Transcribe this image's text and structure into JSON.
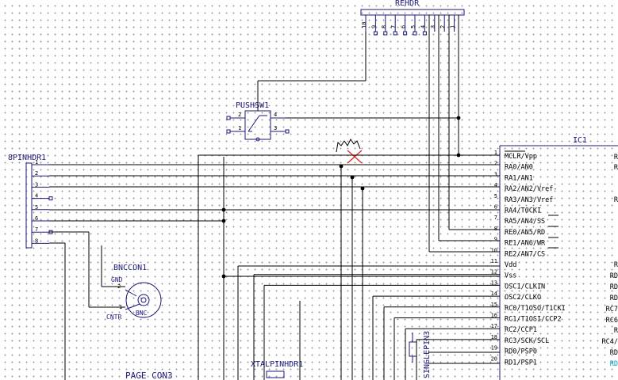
{
  "components": {
    "rehdr": {
      "label": "REHDR",
      "pins": [
        "10",
        "9",
        "8",
        "7",
        "6",
        "5",
        "4",
        "3",
        "2",
        "1"
      ]
    },
    "pushsw": {
      "label": "PUSHSW1",
      "pins": [
        "2",
        "4",
        "1",
        "3"
      ]
    },
    "ic1": {
      "label": "IC1",
      "pins_left": [
        {
          "num": "1",
          "name": "MCLR/Vpp"
        },
        {
          "num": "2",
          "name": "RA0/AN0"
        },
        {
          "num": "3",
          "name": "RA1/AN1"
        },
        {
          "num": "4",
          "name": "RA2/AN2/Vref-"
        },
        {
          "num": "5",
          "name": "RA3/AN3/Vref"
        },
        {
          "num": "6",
          "name": "RA4/T0CKI"
        },
        {
          "num": "7",
          "name": "RA5/AN4/SS"
        },
        {
          "num": "8",
          "name": "RE0/AN5/RD"
        },
        {
          "num": "9",
          "name": "RE1/AN6/WR"
        },
        {
          "num": "10",
          "name": "RE2/AN7/CS"
        },
        {
          "num": "11",
          "name": "Vdd"
        },
        {
          "num": "12",
          "name": "Vss"
        },
        {
          "num": "13",
          "name": "OSC1/CLKIN"
        },
        {
          "num": "14",
          "name": "OSC2/CLKO"
        },
        {
          "num": "15",
          "name": "RC0/T1OSO/T1CKI"
        },
        {
          "num": "16",
          "name": "RC1/T1OSI/CCP2"
        },
        {
          "num": "17",
          "name": "RC2/CCP1"
        },
        {
          "num": "18",
          "name": "RC3/SCK/SCL"
        },
        {
          "num": "19",
          "name": "RD0/PSP0"
        },
        {
          "num": "20",
          "name": "RD1/PSP1"
        }
      ],
      "right_fragments": [
        "R",
        "R",
        "R",
        "R",
        "RD",
        "RD",
        "RD",
        "RC7",
        "RC6",
        "R",
        "RC4/",
        "RD",
        "RD"
      ]
    },
    "hdr8": {
      "label": "8PINHDR1",
      "pins": [
        "1",
        "2",
        "3",
        "4",
        "5",
        "6",
        "7",
        "8"
      ]
    },
    "bnc": {
      "label": "BNCCON1",
      "gnd": "GND",
      "cntr": "CNTR",
      "body": "BNC",
      "pin_a": "2",
      "pin_b": "1"
    },
    "singlepin": {
      "label": "SINGLEPIN3"
    },
    "xtal": {
      "label": "XTALPINHDR1"
    },
    "page": {
      "label": "PAGE CON3"
    }
  },
  "colors": {
    "symbol": "#1a1a7a",
    "wire": "#000000",
    "error_marker": "#e02020",
    "partial_text": "#00a0c0"
  }
}
